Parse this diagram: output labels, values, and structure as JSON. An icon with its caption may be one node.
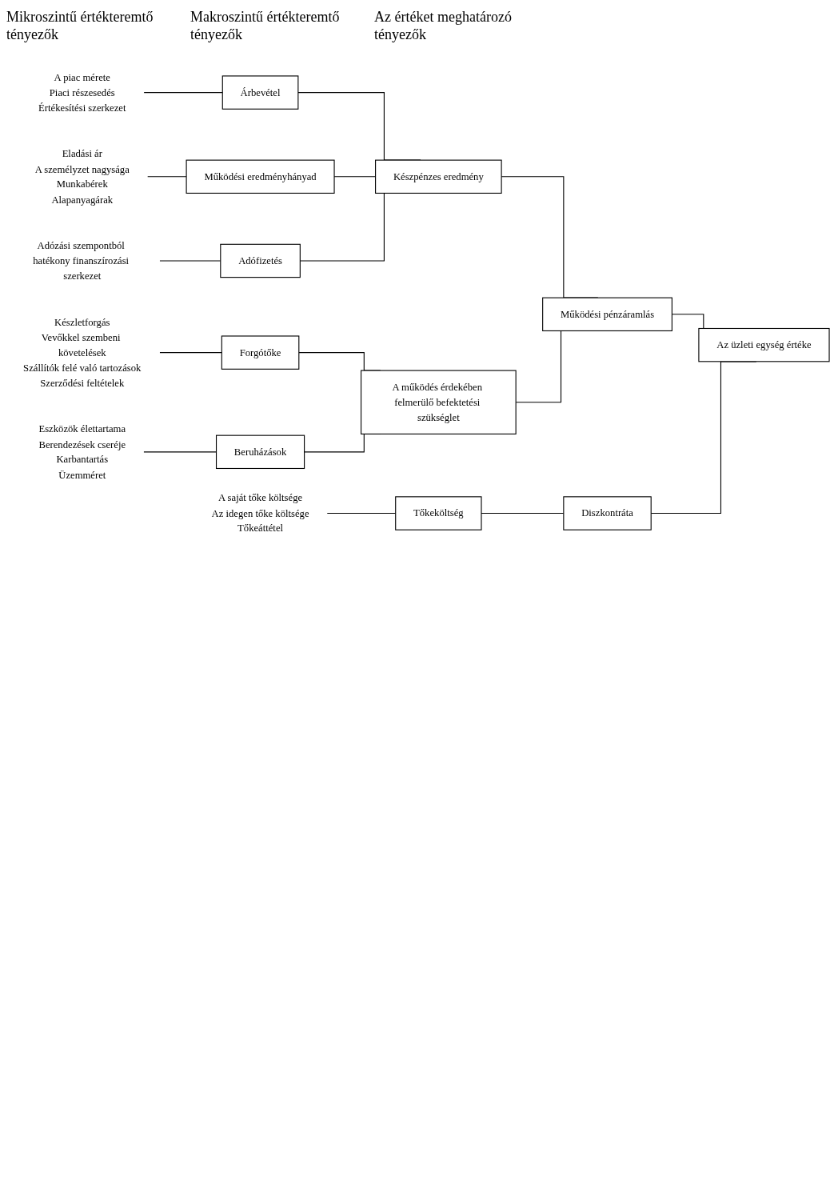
{
  "diagram": {
    "nodes": [
      {
        "text": [
          "A piac mérete",
          "Piaci részesedés",
          "Értékesítési szerkezet"
        ]
      },
      {
        "text": [
          "Árbevétel"
        ]
      },
      {
        "text": [
          "Eladási ár",
          "A személyzet nagysága",
          "Munkabérek",
          "Alapanyagárak"
        ]
      },
      {
        "text": [
          "Működési eredményhányad"
        ]
      },
      {
        "text": [
          "Adózási szempontból hatékony finanszírozási szerkezet"
        ]
      },
      {
        "text": [
          "Adófizetés"
        ]
      },
      {
        "text": [
          "Készletforgás",
          "Vevőkkel szembeni követelések",
          "Szállítók felé való tartozások",
          "Szerződési feltételek"
        ]
      },
      {
        "text": [
          "Forgótőke"
        ]
      },
      {
        "text": [
          "Eszközök élettartama",
          "Berendezések cseréje",
          "Karbantartás",
          "Üzemméret"
        ]
      },
      {
        "text": [
          "Beruházások"
        ]
      },
      {
        "text": [
          "A saját tőke költsége",
          "Az idegen tőke költsége",
          "Tőkeáttétel"
        ]
      },
      {
        "text": [
          "Tőkeköltség"
        ]
      },
      {
        "text": [
          "Készpénzes eredmény"
        ]
      },
      {
        "text": [
          "A működés érdekében felmerülő befektetési szükséglet"
        ]
      },
      {
        "text": [
          "Működési pénzáramlás"
        ]
      },
      {
        "text": [
          "Diszkontráta"
        ]
      },
      {
        "text": [
          "Az üzleti egység értéke"
        ]
      }
    ],
    "edges": [
      {
        "from": 0,
        "to": 1,
        "arrow": "none"
      },
      {
        "from": 1,
        "to": 12,
        "arrow": "none"
      },
      {
        "from": 2,
        "to": 3,
        "arrow": "none"
      },
      {
        "from": 3,
        "to": 12,
        "arrow": "none"
      },
      {
        "from": 4,
        "to": 5,
        "arrow": "none"
      },
      {
        "from": 5,
        "to": 12,
        "arrow": "none"
      },
      {
        "from": 6,
        "to": 7,
        "arrow": "none"
      },
      {
        "from": 7,
        "to": 13,
        "arrow": "none"
      },
      {
        "from": 8,
        "to": 9,
        "arrow": "none"
      },
      {
        "from": 9,
        "to": 13,
        "arrow": "none"
      },
      {
        "from": 12,
        "to": 14,
        "arrow": "none"
      },
      {
        "from": 13,
        "to": 14,
        "arrow": "none"
      },
      {
        "from": 10,
        "to": 11,
        "arrow": "none"
      },
      {
        "from": 11,
        "to": 15,
        "arrow": "none"
      },
      {
        "from": 14,
        "to": 16,
        "arrow": "none"
      },
      {
        "from": 15,
        "to": 16,
        "arrow": "none"
      }
    ],
    "labels": [
      "Mikroszintű értékteremtő tényezők",
      "Makroszintű értékteremtő tényezők",
      "Az értéket meghatározó tényezők"
    ]
  }
}
